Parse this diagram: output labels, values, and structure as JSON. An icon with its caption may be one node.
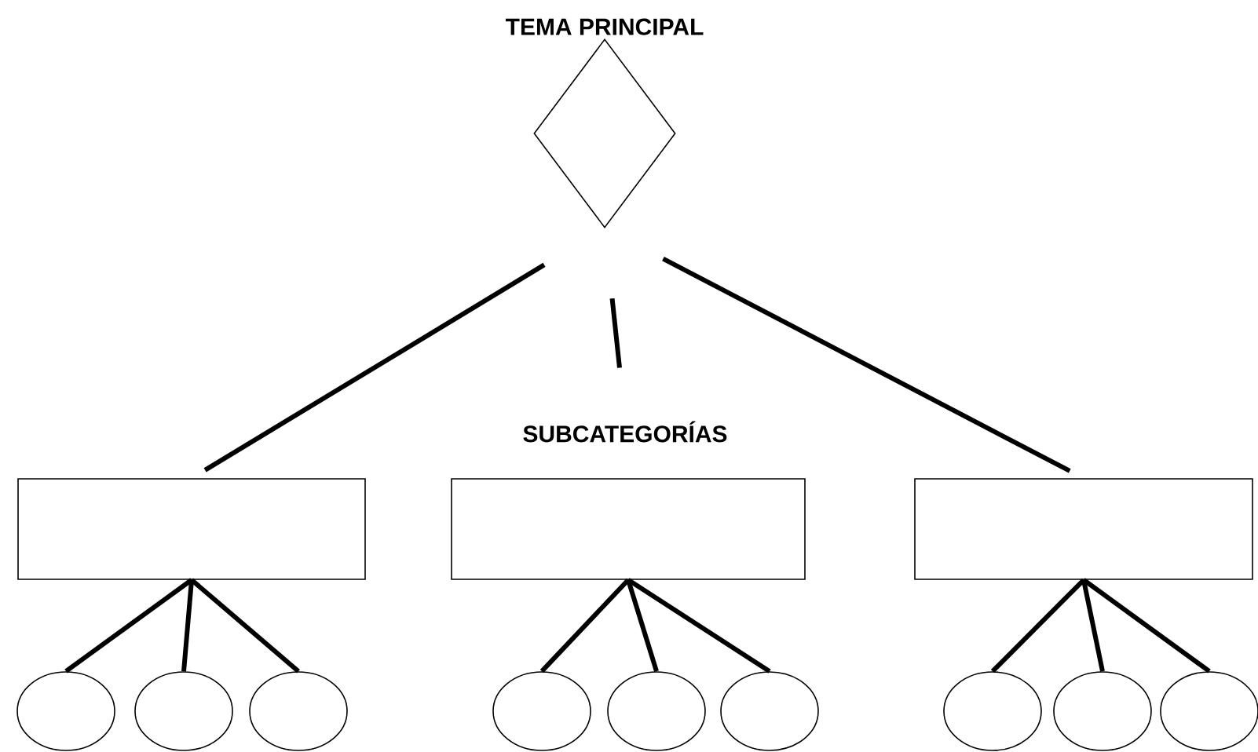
{
  "diagram": {
    "nodes": [
      {
        "text": [
          "TEMA PRINCIPAL"
        ]
      },
      {
        "text": [
          "SUBCATEGORÍAS"
        ]
      },
      {
        "text": [],
        "shape": "box"
      },
      {
        "text": [],
        "shape": "box"
      },
      {
        "text": [],
        "shape": "box"
      },
      {
        "text": [],
        "shape": "circle"
      },
      {
        "text": [],
        "shape": "circle"
      },
      {
        "text": [],
        "shape": "circle"
      },
      {
        "text": [],
        "shape": "circle"
      },
      {
        "text": [],
        "shape": "circle"
      },
      {
        "text": [],
        "shape": "circle"
      },
      {
        "text": [],
        "shape": "circle"
      },
      {
        "text": [],
        "shape": "circle"
      },
      {
        "text": [],
        "shape": "circle"
      }
    ],
    "edges": [
      {
        "from": 0,
        "to": 2,
        "arrow": "none"
      },
      {
        "from": 0,
        "to": 1,
        "arrow": "none"
      },
      {
        "from": 0,
        "to": 4,
        "arrow": "none"
      },
      {
        "from": 2,
        "to": 5,
        "arrow": "none"
      },
      {
        "from": 2,
        "to": 6,
        "arrow": "none"
      },
      {
        "from": 2,
        "to": 7,
        "arrow": "none"
      },
      {
        "from": 3,
        "to": 8,
        "arrow": "none"
      },
      {
        "from": 3,
        "to": 9,
        "arrow": "none"
      },
      {
        "from": 3,
        "to": 10,
        "arrow": "none"
      },
      {
        "from": 4,
        "to": 11,
        "arrow": "none"
      },
      {
        "from": 4,
        "to": 12,
        "arrow": "none"
      },
      {
        "from": 4,
        "to": 13,
        "arrow": "none"
      }
    ]
  }
}
